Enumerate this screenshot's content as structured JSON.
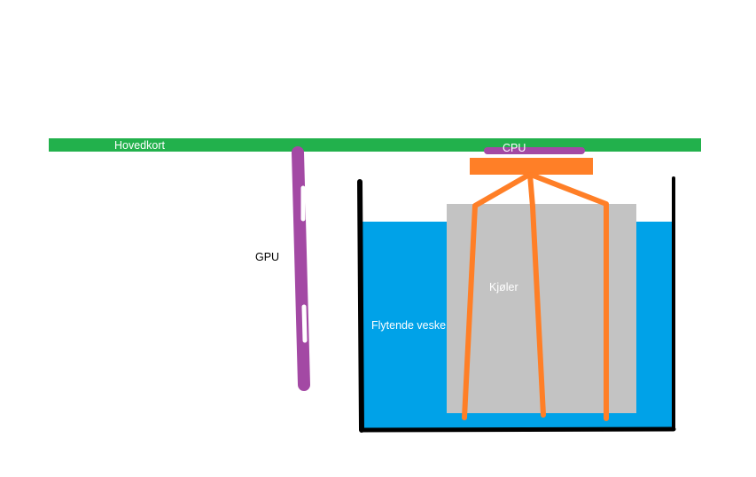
{
  "labels": {
    "motherboard": "Hovedkort",
    "cpu": "CPU",
    "gpu": "GPU",
    "cooler": "Kjøler",
    "liquid": "Flytende veske"
  },
  "colors": {
    "motherboard": "#22b14c",
    "cpu": "#a349a4",
    "gpu": "#a349a4",
    "cooler_block": "#c3c3c3",
    "heat_pipes": "#ff7f27",
    "liquid": "#00a2e8",
    "tank_walls": "#000000",
    "label_light": "#ffffff",
    "label_dark": "#000000"
  }
}
